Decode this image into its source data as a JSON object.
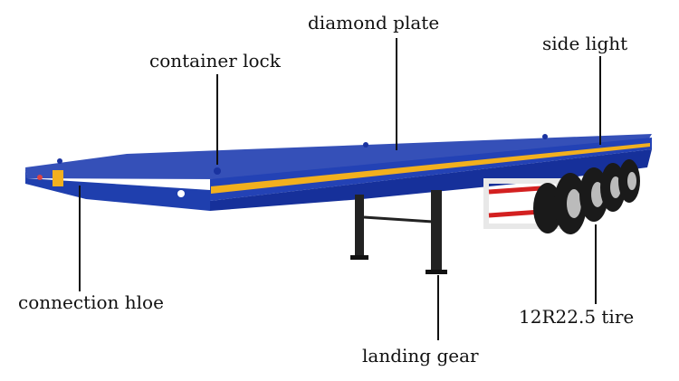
{
  "labels": {
    "diamond_plate": "diamond plate",
    "container_lock": "container lock",
    "side_light": "side light",
    "connection_hole": "connection hloe",
    "tire": "12R22.5 tire",
    "landing_gear": "landing gear"
  },
  "colors": {
    "frame_blue": "#1f3fae",
    "deck_blue": "#3550b8",
    "stripe_yellow": "#f2b01e",
    "tire_black": "#1a1a1a",
    "leader_line": "#111111"
  }
}
